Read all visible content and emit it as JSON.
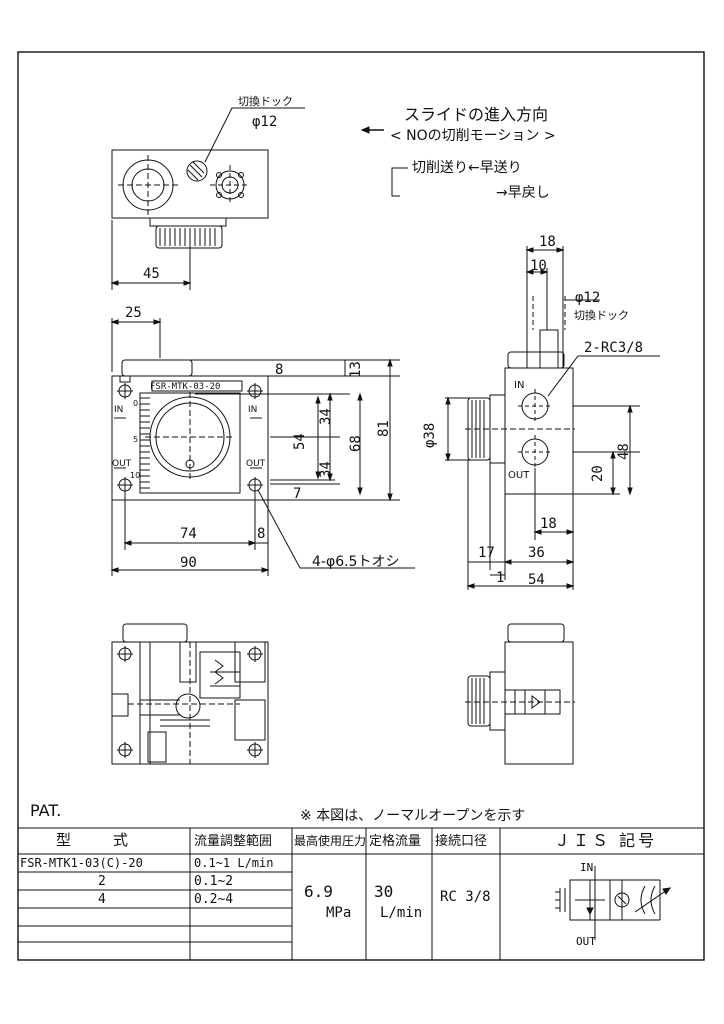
{
  "header": {
    "dog_label_top": "切換ドック",
    "dog_dia_top": "φ12",
    "slide_direction": "スライドの進入方向",
    "motion_note": "< NOの切削モーション >",
    "feed_cut": "切削送り←早送り",
    "feed_return": "→早戻し"
  },
  "dims": {
    "top_45": "45",
    "front_25": "25",
    "front_8a": "8",
    "front_13": "13",
    "front_34a": "34",
    "front_54": "54",
    "front_68": "68",
    "front_81": "81",
    "front_34b": "34",
    "front_7": "7",
    "front_74": "74",
    "front_8b": "8",
    "front_90": "90",
    "holes_note": "4-φ6.5トオシ",
    "nameplate": "FSR-MTK-03-20",
    "in_left": "IN",
    "in_right": "IN",
    "out_left": "OUT",
    "out_right": "OUT",
    "dial_0": "0",
    "dial_5": "5",
    "dial_10": "10",
    "side_18a": "18",
    "side_10": "10",
    "side_dog_dia": "φ12",
    "side_dog_label": "切換ドック",
    "side_port": "2-RC3/8",
    "side_in": "IN",
    "side_out": "OUT",
    "side_38": "φ38",
    "side_48": "48",
    "side_20": "20",
    "side_18b": "18",
    "side_17": "17",
    "side_36": "36",
    "side_1": "1",
    "side_54": "54"
  },
  "notes": {
    "pat": "PAT.",
    "normal_open": "※ 本図は、ノーマルオープンを示す"
  },
  "table": {
    "headers": [
      "型　　式",
      "流量調整範囲",
      "最高使用圧力",
      "定格流量",
      "接続口径",
      "ＪＩＳ 記号"
    ],
    "rows": [
      {
        "model": "FSR-MTK1-03(C)-20",
        "range": "0.1~1 L/min"
      },
      {
        "model": "2",
        "range": "0.1~2"
      },
      {
        "model": "4",
        "range": "0.2~4"
      }
    ],
    "pressure_value": "6.9",
    "pressure_unit": "MPa",
    "flow_value": "30",
    "flow_unit": "L/min",
    "port": "RC 3/8",
    "jis_in": "IN",
    "jis_out": "OUT"
  }
}
